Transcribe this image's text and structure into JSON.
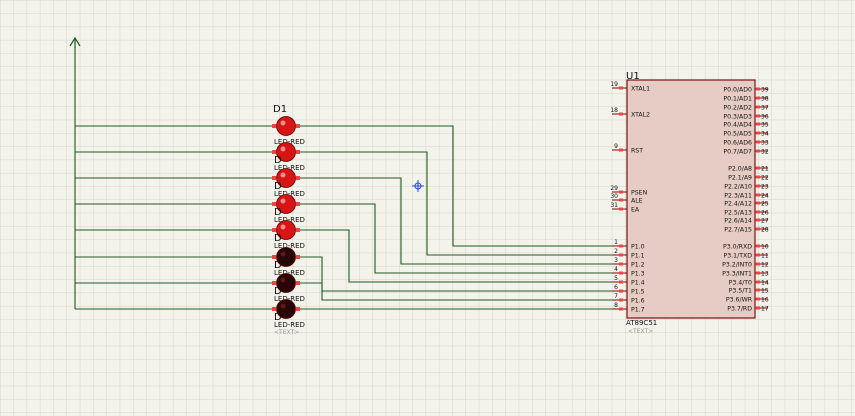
{
  "colors": {
    "background": "#f3f3ec",
    "grid": "#c9c9bf",
    "wire": "#1f5a1f",
    "chip_fill": "#e6ccc4",
    "chip_border": "#7a1010",
    "pin_line": "#8b0000",
    "pin_marker": "#ef4444",
    "led_on": "#d81414",
    "led_off": "#2a0404",
    "label": "#111111",
    "placeholder": "#9a9a9a",
    "probe": "#1d4ed8"
  },
  "power": {
    "symbol": "power-arrow-icon"
  },
  "probe": {
    "symbol": "crosshair-icon"
  },
  "leds": {
    "ref": "D1",
    "stack_label": "D",
    "part_label": "LED-RED",
    "last_label": "LED-RED",
    "text_placeholder": "<TEXT>",
    "states": [
      true,
      true,
      true,
      true,
      true,
      false,
      false,
      false
    ]
  },
  "chip": {
    "ref": "U1",
    "part": "AT89C51",
    "text_placeholder": "<TEXT>",
    "left_pins": [
      {
        "num": "19",
        "name": "XTAL1"
      },
      {
        "num": "18",
        "name": "XTAL2"
      },
      {
        "num": "9",
        "name": "RST"
      },
      {
        "num": "29",
        "name": "PSEN"
      },
      {
        "num": "30",
        "name": "ALE"
      },
      {
        "num": "31",
        "name": "EA"
      },
      {
        "num": "1",
        "name": "P1.0"
      },
      {
        "num": "2",
        "name": "P1.1"
      },
      {
        "num": "3",
        "name": "P1.2"
      },
      {
        "num": "4",
        "name": "P1.3"
      },
      {
        "num": "5",
        "name": "P1.4"
      },
      {
        "num": "6",
        "name": "P1.5"
      },
      {
        "num": "7",
        "name": "P1.6"
      },
      {
        "num": "8",
        "name": "P1.7"
      }
    ],
    "right_pins": [
      {
        "num": "39",
        "name": "P0.0/AD0"
      },
      {
        "num": "38",
        "name": "P0.1/AD1"
      },
      {
        "num": "37",
        "name": "P0.2/AD2"
      },
      {
        "num": "36",
        "name": "P0.3/AD3"
      },
      {
        "num": "35",
        "name": "P0.4/AD4"
      },
      {
        "num": "34",
        "name": "P0.5/AD5"
      },
      {
        "num": "33",
        "name": "P0.6/AD6"
      },
      {
        "num": "32",
        "name": "P0.7/AD7"
      },
      {
        "num": "21",
        "name": "P2.0/A8"
      },
      {
        "num": "22",
        "name": "P2.1/A9"
      },
      {
        "num": "23",
        "name": "P2.2/A10"
      },
      {
        "num": "24",
        "name": "P2.3/A11"
      },
      {
        "num": "25",
        "name": "P2.4/A12"
      },
      {
        "num": "26",
        "name": "P2.5/A13"
      },
      {
        "num": "27",
        "name": "P2.6/A14"
      },
      {
        "num": "28",
        "name": "P2.7/A15"
      },
      {
        "num": "10",
        "name": "P3.0/RXD"
      },
      {
        "num": "11",
        "name": "P3.1/TXD"
      },
      {
        "num": "12",
        "name": "P3.2/INT0"
      },
      {
        "num": "13",
        "name": "P3.3/INT1"
      },
      {
        "num": "14",
        "name": "P3.4/T0"
      },
      {
        "num": "15",
        "name": "P3.5/T1"
      },
      {
        "num": "16",
        "name": "P3.6/WR"
      },
      {
        "num": "17",
        "name": "P3.7/RD"
      }
    ]
  }
}
